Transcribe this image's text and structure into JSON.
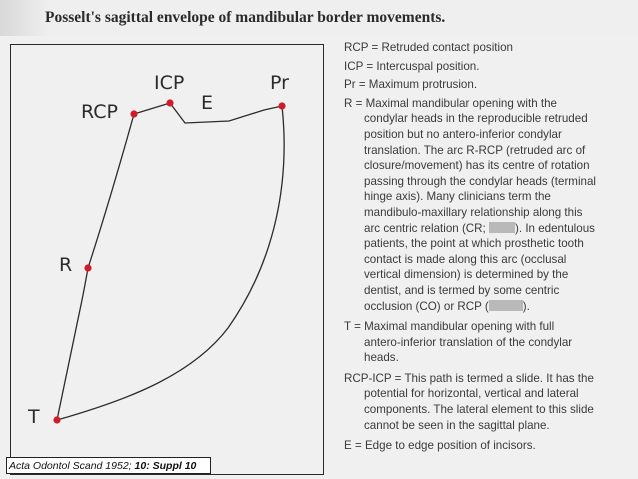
{
  "title": "Posselt's sagittal envelope of mandibular border movements.",
  "diagram": {
    "points": {
      "ICP": "ICP",
      "RCP": "RCP",
      "E": "E",
      "Pr": "Pr",
      "R": "R",
      "T": "T"
    }
  },
  "citation": {
    "journal": "Acta Odontol Scand 1952;",
    "volume": "10: Suppl 10"
  },
  "legend": {
    "rcp_def": "RCP = Retruded contact position",
    "icp_def": "ICP = Intercuspal position.",
    "pr_def": "Pr = Maximum protrusion.",
    "r_def": [
      "R = Maximal mandibular opening with the",
      "condylar heads in the reproducible retruded",
      "position but no antero-inferior condylar",
      "translation. The arc R-RCP (retruded arc of",
      "closure/movement) has its centre of rotation",
      "passing through the condylar heads (terminal",
      "hinge axis). Many clinicians term the",
      "mandibulo-maxillary relationship along this"
    ],
    "r_def_cr_before": "arc centric relation (CR;",
    "r_def_cr_after": "). In edentulous",
    "r_def_tail": [
      "patients, the point at which prosthetic tooth",
      "contact is made along this arc (occlusal",
      "vertical dimension) is determined by the",
      "dentist, and is termed by some centric"
    ],
    "r_def_co_before": "occlusion (CO) or RCP (",
    "r_def_co_after": ").",
    "t_def": [
      "T = Maximal mandibular opening with full",
      "antero-inferior translation of the condylar",
      "heads."
    ],
    "slide_def": [
      "RCP-ICP = This path is termed a slide. It has the",
      "potential for horizontal, vertical and lateral",
      "components. The lateral element to this slide",
      "cannot be seen in the sagittal plane."
    ],
    "e_def": "E = Edge to edge position of incisors."
  },
  "colors": {
    "point": "#d11b2a",
    "line": "#2b2b2b",
    "title_band": "#efefef",
    "content_bg": "#f0f0f0",
    "redaction": "#b9b9b9"
  }
}
